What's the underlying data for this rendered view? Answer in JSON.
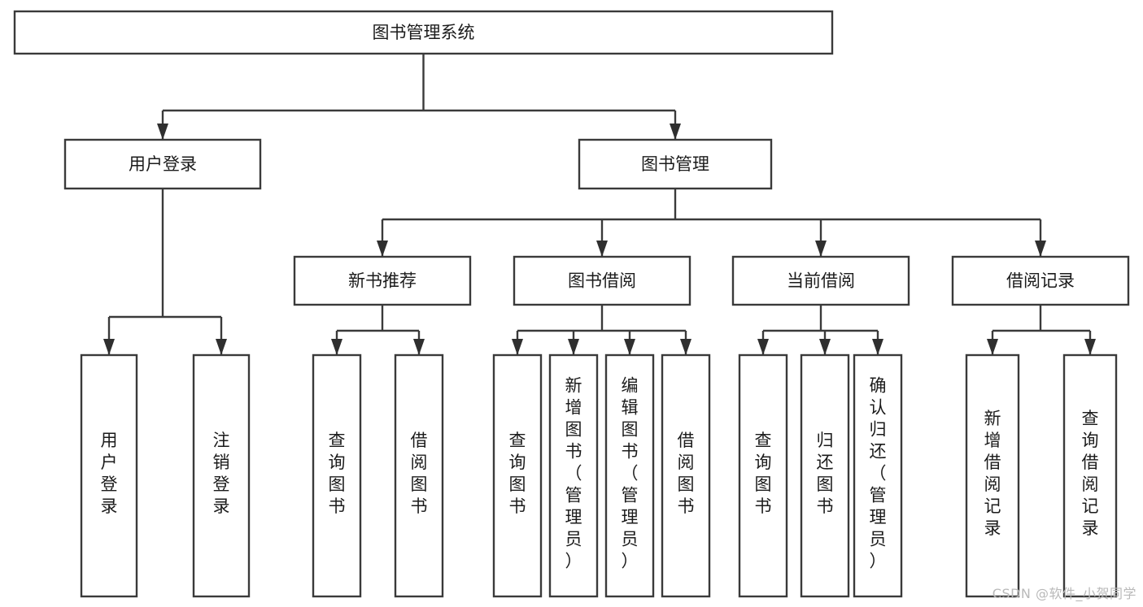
{
  "diagram": {
    "type": "tree",
    "title": "图书管理系统",
    "orientation": "top-down",
    "colors": {
      "background": "#ffffff",
      "box_stroke": "#3a3a3a",
      "box_fill": "#ffffff",
      "text": "#1b1b1b",
      "arrow": "#2f2f2f",
      "watermark": "#b9b9b9"
    },
    "root": {
      "id": "root",
      "label": "图书管理系统"
    },
    "level2": [
      {
        "id": "user-login",
        "label": "用户登录"
      },
      {
        "id": "book-manage",
        "label": "图书管理"
      }
    ],
    "level3": [
      {
        "id": "new-book-recommend",
        "label": "新书推荐",
        "parent": "book-manage"
      },
      {
        "id": "book-borrow",
        "label": "图书借阅",
        "parent": "book-manage"
      },
      {
        "id": "current-borrow",
        "label": "当前借阅",
        "parent": "book-manage"
      },
      {
        "id": "borrow-record",
        "label": "借阅记录",
        "parent": "book-manage"
      }
    ],
    "leaves": {
      "user-login": [
        {
          "id": "leaf-user-login",
          "label": "用户登录"
        },
        {
          "id": "leaf-logout",
          "label": "注销登录"
        }
      ],
      "new-book-recommend": [
        {
          "id": "leaf-query-book-1",
          "label": "查询图书"
        },
        {
          "id": "leaf-borrow-book-1",
          "label": "借阅图书"
        }
      ],
      "book-borrow": [
        {
          "id": "leaf-query-book-2",
          "label": "查询图书"
        },
        {
          "id": "leaf-add-book",
          "label": "新增图书（管理员）"
        },
        {
          "id": "leaf-edit-book",
          "label": "编辑图书（管理员）"
        },
        {
          "id": "leaf-borrow-book-2",
          "label": "借阅图书"
        }
      ],
      "current-borrow": [
        {
          "id": "leaf-query-book-3",
          "label": "查询图书"
        },
        {
          "id": "leaf-return-book",
          "label": "归还图书"
        },
        {
          "id": "leaf-confirm-return",
          "label": "确认归还（管理员）"
        }
      ],
      "borrow-record": [
        {
          "id": "leaf-add-record",
          "label": "新增借阅记录"
        },
        {
          "id": "leaf-query-record",
          "label": "查询借阅记录"
        }
      ]
    }
  },
  "watermark": {
    "text": "CSDN @软件_小贺同学"
  }
}
